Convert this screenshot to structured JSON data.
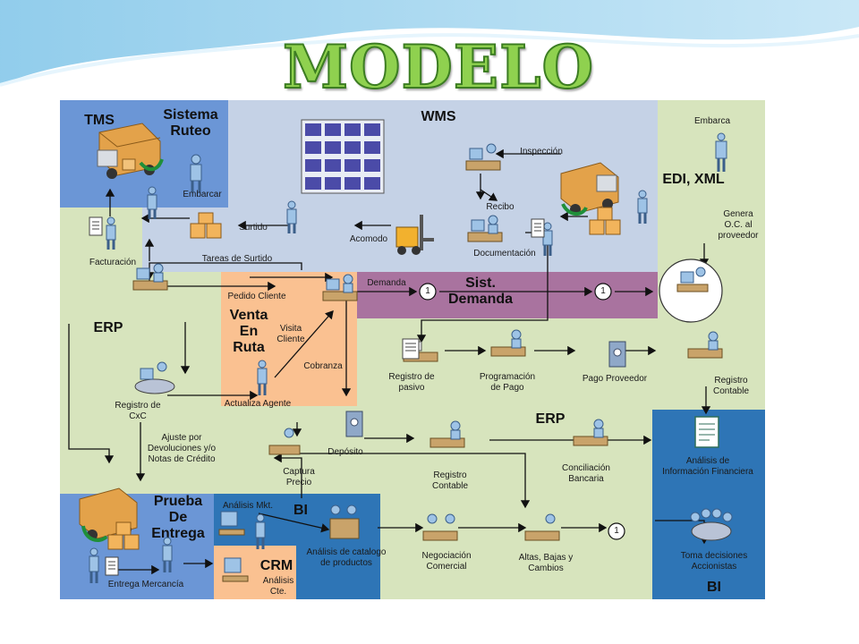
{
  "title": "MODELO DISTRIBUIDOR",
  "zones": {
    "tms": "TMS",
    "sistema_ruteo": "Sistema\nRuteo",
    "wms": "WMS",
    "edi": "EDI, XML",
    "erp_left": "ERP",
    "venta_en_ruta": "Venta\nEn\nRuta",
    "sist_demanda": "Sist.\nDemanda",
    "erp_right": "ERP",
    "prueba_entrega": "Prueba\nDe\nEntrega",
    "bi_center": "BI",
    "crm": "CRM",
    "bi_right": "BI"
  },
  "labels": {
    "embarcar": "Embarcar",
    "facturacion": "Facturación",
    "surtido": "Surtido",
    "tareas_surtido": "Tareas de Surtido",
    "acomodo": "Acomodo",
    "inspeccion": "Inspección",
    "recibo": "Recibo",
    "documentacion": "Documentación",
    "embarca": "Embarca",
    "genera_oc": "Genera\nO.C. al\nproveedor",
    "pedido_cliente": "Pedido Cliente",
    "demanda": "Demanda",
    "visita_cliente": "Visita\nCliente",
    "cobranza": "Cobranza",
    "actualiza_agente": "Actualiza Agente",
    "registro_cxc": "Registro de\nCxC",
    "registro_pasivo": "Registro de\npasivo",
    "programacion_pago": "Programación\nde Pago",
    "pago_proveedor": "Pago Proveedor",
    "registro_contable_1": "Registro\nContable",
    "ajuste": "Ajuste por\nDevoluciones y/o\nNotas de Crédito",
    "deposito": "Depósito",
    "captura_precio": "Captura\nPrecio",
    "registro_contable_2": "Registro\nContable",
    "conciliacion": "Conciliación\nBancaria",
    "analisis_financiera": "Análisis de\nInformación Financiera",
    "analisis_mkt": "Análisis Mkt.",
    "analisis_catalogo": "Análisis de catalogo\nde productos",
    "negociacion": "Negociación\nComercial",
    "altas_bajas": "Altas, Bajas y\nCambios",
    "entrega_mercancia": "Entrega Mercancía",
    "analisis_cte": "Análisis\nCte.",
    "toma_decisiones": "Toma decisiones\nAccionistas"
  },
  "connectors": {
    "c1": "1",
    "c2": "1",
    "c3": "1"
  },
  "icons": [
    "truck-icon",
    "person-icon",
    "computer-desk-icon",
    "warehouse-shelves-icon",
    "forklift-icon",
    "boxes-icon",
    "document-icon",
    "safe-icon",
    "meeting-table-icon",
    "report-icon"
  ],
  "colors": {
    "background": "#d7e4bd",
    "blue_zone": "#6b96d6",
    "wms_zone": "#c5d2e6",
    "venta_zone": "#fac191",
    "demanda_zone": "#a9739f",
    "bi_zone": "#2e75b6",
    "title_fill": "#8fd14f",
    "title_stroke": "#3c7d22"
  }
}
